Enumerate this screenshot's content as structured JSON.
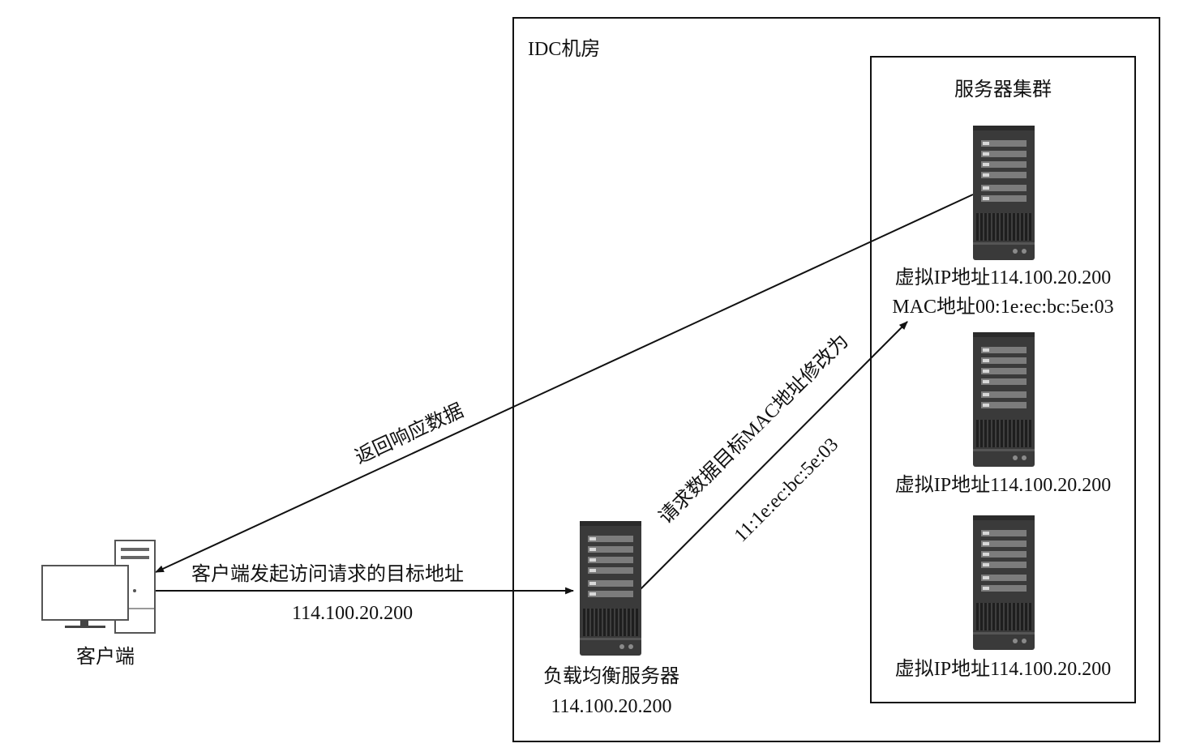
{
  "idc": {
    "title": "IDC机房"
  },
  "cluster": {
    "title": "服务器集群"
  },
  "client": {
    "label": "客户端"
  },
  "load_balancer": {
    "name": "负载均衡服务器",
    "ip": "114.100.20.200"
  },
  "servers": [
    {
      "ip_line": "虚拟IP地址114.100.20.200",
      "mac_line": "MAC地址00:1e:ec:bc:5e:03"
    },
    {
      "ip_line": "虚拟IP地址114.100.20.200"
    },
    {
      "ip_line": "虚拟IP地址114.100.20.200"
    }
  ],
  "edges": {
    "request": {
      "label": "客户端发起访问请求的目标地址",
      "sub_label": "114.100.20.200"
    },
    "forward": {
      "label": "请求数据目标MAC地址修改为",
      "sub_label": "11:1e:ec:bc:5e:03"
    },
    "response": {
      "label": "返回响应数据"
    }
  },
  "colors": {
    "line": "#111111",
    "server_body": "#3a3a3a",
    "server_dark": "#222222",
    "server_light": "#8a8a8a"
  }
}
